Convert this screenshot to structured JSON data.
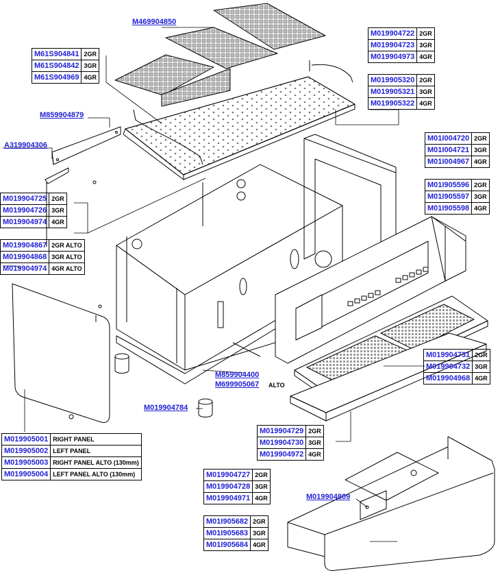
{
  "colors": {
    "link": "#1f1fd6",
    "line": "#000000",
    "background": "#ffffff"
  },
  "labels": {
    "grate_top": "M469904850",
    "side_bar": "M859904879",
    "bracket": "A319904306",
    "frame_bottom": "M859904400",
    "frame_bottom_2": "M699905067",
    "frame_bottom_2_tag": "ALTO",
    "foot": "M019904784",
    "base_bracket": "M019904809"
  },
  "tables": {
    "cup_grates": [
      {
        "code": "M61S904841",
        "variant": "2GR"
      },
      {
        "code": "M61S904842",
        "variant": "3GR"
      },
      {
        "code": "M61S904969",
        "variant": "4GR"
      }
    ],
    "top_tray": [
      {
        "code": "M019904722",
        "variant": "2GR"
      },
      {
        "code": "M019904723",
        "variant": "3GR"
      },
      {
        "code": "M019904973",
        "variant": "4GR"
      }
    ],
    "top_tray_b": [
      {
        "code": "M019905320",
        "variant": "2GR"
      },
      {
        "code": "M019905321",
        "variant": "3GR"
      },
      {
        "code": "M019905322",
        "variant": "4GR"
      }
    ],
    "back_panel": [
      {
        "code": "M01I004720",
        "variant": "2GR"
      },
      {
        "code": "M01I004721",
        "variant": "3GR"
      },
      {
        "code": "M01I004967",
        "variant": "4GR"
      }
    ],
    "back_panel_b": [
      {
        "code": "M01I905596",
        "variant": "2GR"
      },
      {
        "code": "M01I905597",
        "variant": "3GR"
      },
      {
        "code": "M01I905598",
        "variant": "4GR"
      }
    ],
    "left_bar": [
      {
        "code": "M019904725",
        "variant": "2GR"
      },
      {
        "code": "M019904726",
        "variant": "3GR"
      },
      {
        "code": "M019904974",
        "variant": "4GR"
      }
    ],
    "left_bar_alto": [
      {
        "code": "M019904867",
        "variant": "2GR ALTO"
      },
      {
        "code": "M019904868",
        "variant": "3GR ALTO"
      },
      {
        "code": "M019904974",
        "variant": "4GR ALTO"
      }
    ],
    "drip_grate": [
      {
        "code": "M019904731",
        "variant": "2GR"
      },
      {
        "code": "M019904732",
        "variant": "3GR"
      },
      {
        "code": "M019904968",
        "variant": "4GR"
      }
    ],
    "drip_tray": [
      {
        "code": "M019904729",
        "variant": "2GR"
      },
      {
        "code": "M019904730",
        "variant": "3GR"
      },
      {
        "code": "M019904972",
        "variant": "4GR"
      }
    ],
    "side_panels": [
      {
        "code": "M019905001",
        "variant": "RIGHT PANEL"
      },
      {
        "code": "M019905002",
        "variant": "LEFT PANEL"
      },
      {
        "code": "M019905003",
        "variant": "RIGHT PANEL ALTO (130mm)"
      },
      {
        "code": "M019905004",
        "variant": "LEFT PANEL ALTO (130mm)"
      }
    ],
    "base_front": [
      {
        "code": "M019904727",
        "variant": "2GR"
      },
      {
        "code": "M019904728",
        "variant": "3GR"
      },
      {
        "code": "M019904971",
        "variant": "4GR"
      }
    ],
    "base_front_b": [
      {
        "code": "M01I905682",
        "variant": "2GR"
      },
      {
        "code": "M01I905683",
        "variant": "3GR"
      },
      {
        "code": "M01I905684",
        "variant": "4GR"
      }
    ]
  }
}
